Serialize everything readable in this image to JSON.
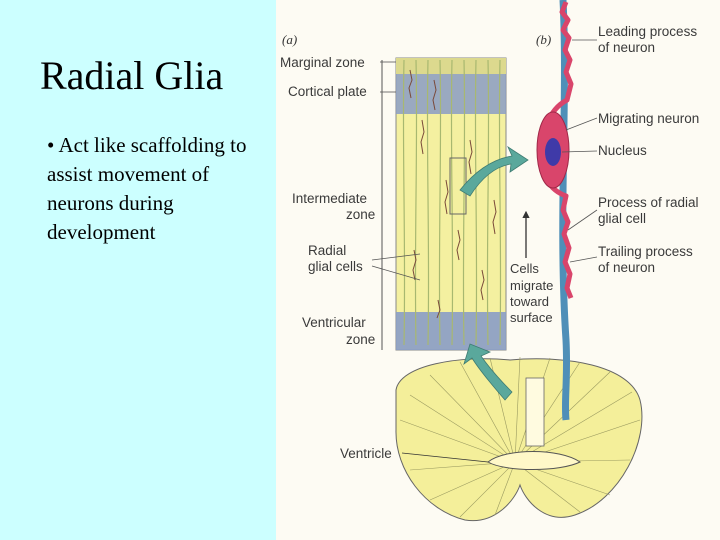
{
  "slide": {
    "title": "Radial Glia",
    "bullet_marker": "•",
    "bullet_text": "Act like scaffolding to assist  movement of neurons during development"
  },
  "figure": {
    "panel_a": "(a)",
    "panel_b": "(b)",
    "labels_a": {
      "marginal_zone": "Marginal zone",
      "cortical_plate": "Cortical plate",
      "intermediate_zone_1": "Intermediate",
      "intermediate_zone_2": "zone",
      "radial_glial_cells_1": "Radial",
      "radial_glial_cells_2": "glial cells",
      "ventricular_zone_1": "Ventricular",
      "ventricular_zone_2": "zone",
      "ventricle": "Ventricle"
    },
    "labels_b": {
      "leading_process_1": "Leading process",
      "leading_process_2": "of neuron",
      "migrating_neuron": "Migrating neuron",
      "nucleus": "Nucleus",
      "process_radial_glial_1": "Process of radial",
      "process_radial_glial_2": "glial cell",
      "trailing_process_1": "Trailing process",
      "trailing_process_2": "of neuron",
      "cells_migrate_1": "Cells",
      "cells_migrate_2": "migrate",
      "cells_migrate_3": "toward",
      "cells_migrate_4": "surface"
    },
    "colors": {
      "background_left": "#ccffff",
      "figure_background": "#fdfbf3",
      "yellow_tissue": "#f4f0a0",
      "zone_blue": "#8a9cc6",
      "neuron_pink": "#d9456b",
      "nucleus_blue": "#3f3aa8",
      "glial_process_blue": "#4f8fb8",
      "arrow_teal": "#5aa89c"
    }
  }
}
